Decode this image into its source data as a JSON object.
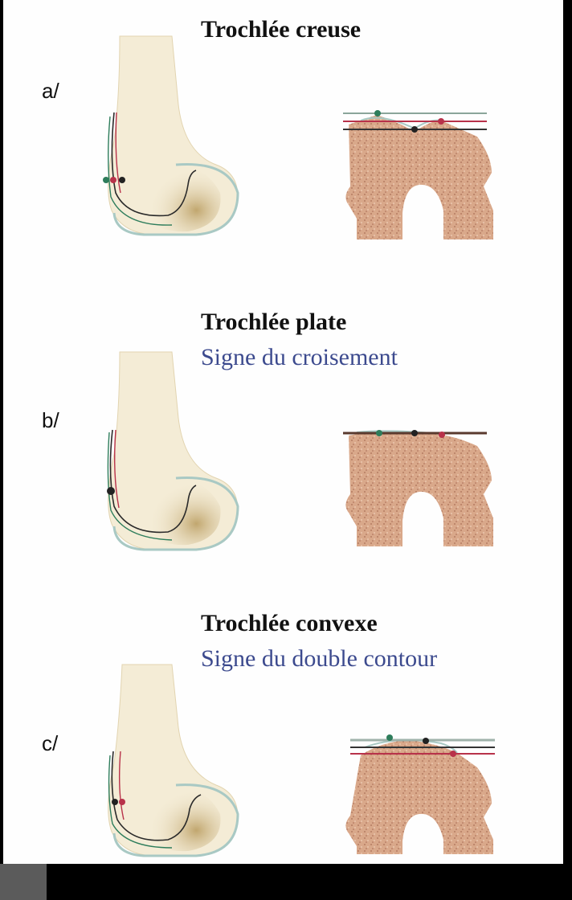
{
  "panels": [
    {
      "label": "a/",
      "title": "Trochlée creuse",
      "subtitle": ""
    },
    {
      "label": "b/",
      "title": "Trochlée plate",
      "subtitle": "Signe du croisement"
    },
    {
      "label": "c/",
      "title": "Trochlée convexe",
      "subtitle": "Signe du double contour"
    }
  ],
  "colors": {
    "bone_fill": "#f4ecd6",
    "bone_shade": "#b89a5c",
    "cartilage_outline": "#a9c9c4",
    "cancellous_bone": "#d9a88a",
    "line_green": "#2e7d5b",
    "line_red": "#b8324a",
    "line_black": "#222222",
    "subtitle_blue": "#3c4a8e"
  }
}
